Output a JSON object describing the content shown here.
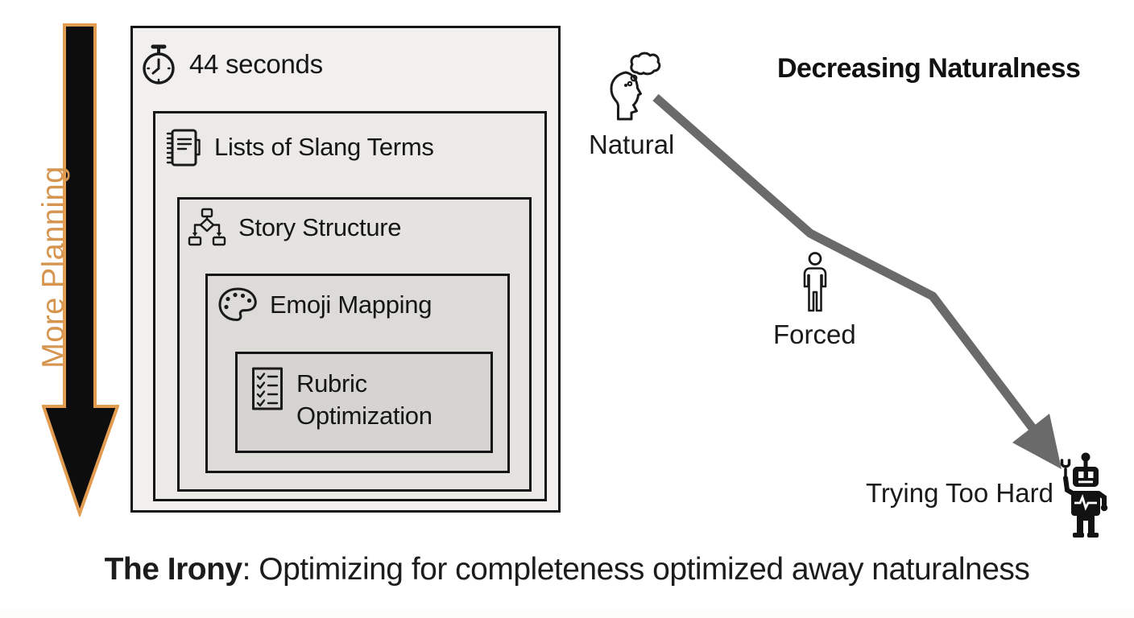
{
  "left_panel": {
    "arrow_label": "More Planning",
    "arrow_label_color": "#D6954F",
    "arrow_fill": "#0d0d0d",
    "arrow_outline_color": "#E29C52"
  },
  "nested_boxes": [
    {
      "label": "44 seconds",
      "icon": "stopwatch-icon"
    },
    {
      "label": "Lists of Slang Terms",
      "icon": "notebook-icon"
    },
    {
      "label": "Story Structure",
      "icon": "flowchart-icon"
    },
    {
      "label": "Emoji Mapping",
      "icon": "palette-icon"
    },
    {
      "label": "Rubric Optimization",
      "icon": "checklist-icon"
    }
  ],
  "right_panel": {
    "title": "Decreasing Naturalness",
    "line_color": "#6a6a6a",
    "stages": [
      {
        "label": "Natural",
        "icon": "thinking-head-icon"
      },
      {
        "label": "Forced",
        "icon": "person-icon"
      },
      {
        "label": "Trying Too Hard",
        "icon": "robot-icon"
      }
    ]
  },
  "caption": {
    "lead": "The Irony",
    "rest": ": Optimizing for completeness optimized away naturalness"
  }
}
